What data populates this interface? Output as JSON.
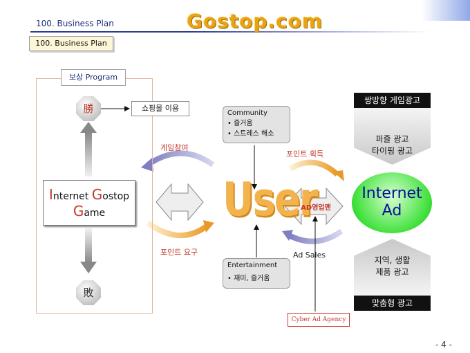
{
  "header": {
    "title": "100. Business Plan",
    "logo": "Gostop.com",
    "subtitle": "100. Business Plan"
  },
  "reward": {
    "label": "보상 Program",
    "win_char": "勝",
    "lose_char": "敗",
    "win_result": "쇼핑몰 이용"
  },
  "game": {
    "line1_cap1": "I",
    "line1_rest1": "nternet ",
    "line1_cap2": "G",
    "line1_rest2": "ostop",
    "line2_cap": "G",
    "line2_rest": "ame"
  },
  "labels": {
    "participate": "게임참여",
    "point_request": "포인트 요구",
    "point_get": "포인트 획득",
    "user": "User",
    "ad_dept": "AD영업맨",
    "ad_sales": "Ad Sales",
    "cyber_agency": "Cyber Ad Agency"
  },
  "community": {
    "title": "Community",
    "items": [
      "• 즐거움",
      "• 스트레스 해소"
    ]
  },
  "entertainment": {
    "title": "Entertainment",
    "items": [
      "• 재미, 즐거움"
    ]
  },
  "ads": {
    "top_label": "쌍방향 게임광고",
    "top_items": [
      "퍼즐 광고",
      "타이핑 광고"
    ],
    "center_line1": "Internet",
    "center_line2": "Ad",
    "bottom_items": [
      "지역, 생활",
      "제품 광고"
    ],
    "bottom_label": "맞춤형 광고"
  },
  "page": {
    "number": "- 4 -"
  },
  "colors": {
    "accent_red": "#c0392b",
    "user_orange": "#f2b24c",
    "ad_green": "#3ee03a",
    "navy": "#1c2f7a"
  }
}
